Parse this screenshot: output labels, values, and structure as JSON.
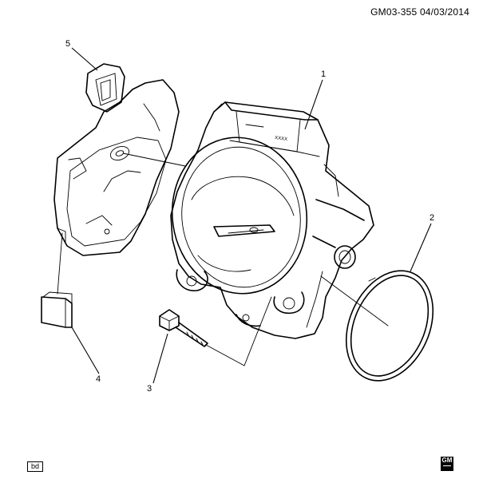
{
  "header": {
    "drawing_id": "GM03-355  04/03/2014"
  },
  "callouts": [
    "1",
    "2",
    "3",
    "4",
    "5"
  ],
  "footer": {
    "tag": "bd",
    "logo_text": "GM"
  },
  "part_marking": "XXXX"
}
